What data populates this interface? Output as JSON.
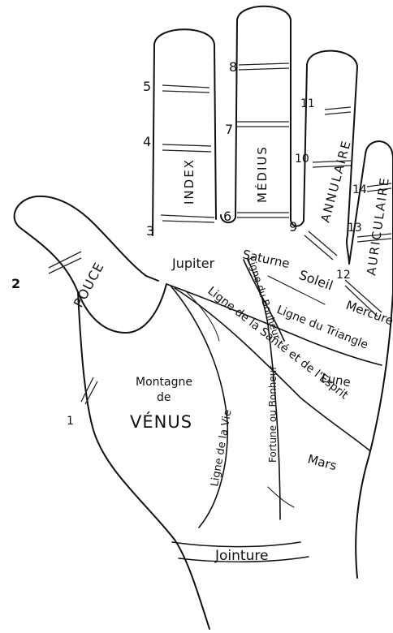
{
  "diagram": {
    "fingers": {
      "thumb": "POUCE",
      "index": "INDEX",
      "middle": "MÉDIUS",
      "ring": "ANNULAIRE",
      "little": "AURICULAIRE"
    },
    "mounts": {
      "jupiter": "Jupiter",
      "saturne": "Saturne",
      "soleil": "Soleil",
      "mercure": "Mercure",
      "lune": "Lune",
      "mars": "Mars",
      "venus_line1": "Montagne",
      "venus_line2": "de",
      "venus_line3": "VÉNUS"
    },
    "lines": {
      "bonheur": "Ligne du Bonheur",
      "triangle": "Ligne du Triangle",
      "sante": "Ligne de la Santé et de l'Esprit",
      "fortune": "Fortune ou Bonheur",
      "vie": "Ligne de la Vie",
      "jointure": "Jointure"
    },
    "numbers": [
      "1",
      "2",
      "3",
      "4",
      "5",
      "6",
      "7",
      "8",
      "9",
      "10",
      "11",
      "12",
      "13",
      "14"
    ]
  }
}
